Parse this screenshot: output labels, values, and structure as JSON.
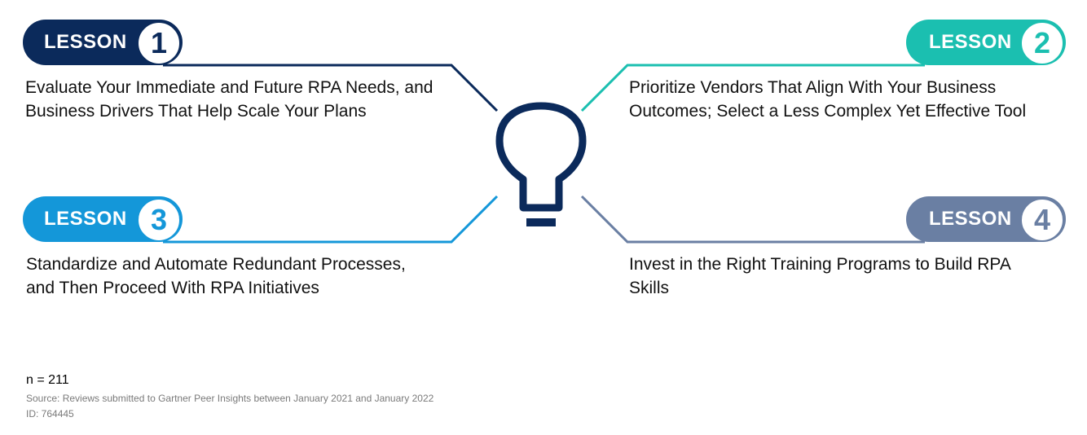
{
  "lessons": [
    {
      "label": "LESSON",
      "number": "1",
      "text": "Evaluate Your Immediate and Future RPA Needs, and Business Drivers That Help Scale Your Plans",
      "color": "#0b2a5b"
    },
    {
      "label": "LESSON",
      "number": "2",
      "text": "Prioritize Vendors That Align With Your Business Outcomes; Select a Less Complex Yet Effective Tool",
      "color": "#1bbfb0"
    },
    {
      "label": "LESSON",
      "number": "3",
      "text": "Standardize and Automate Redundant Processes, and Then Proceed With RPA Initiatives",
      "color": "#1497d9"
    },
    {
      "label": "LESSON",
      "number": "4",
      "text": "Invest in the Right Training Programs to Build RPA Skills",
      "color": "#6a7fa3"
    }
  ],
  "center_icon": "lightbulb-icon",
  "icon_color": "#0b2a5b",
  "footer": {
    "sample_size": "n = 211",
    "source": "Source: Reviews  submitted to Gartner Peer Insights between January 2021 and January 2022",
    "id": "ID: 764445"
  }
}
